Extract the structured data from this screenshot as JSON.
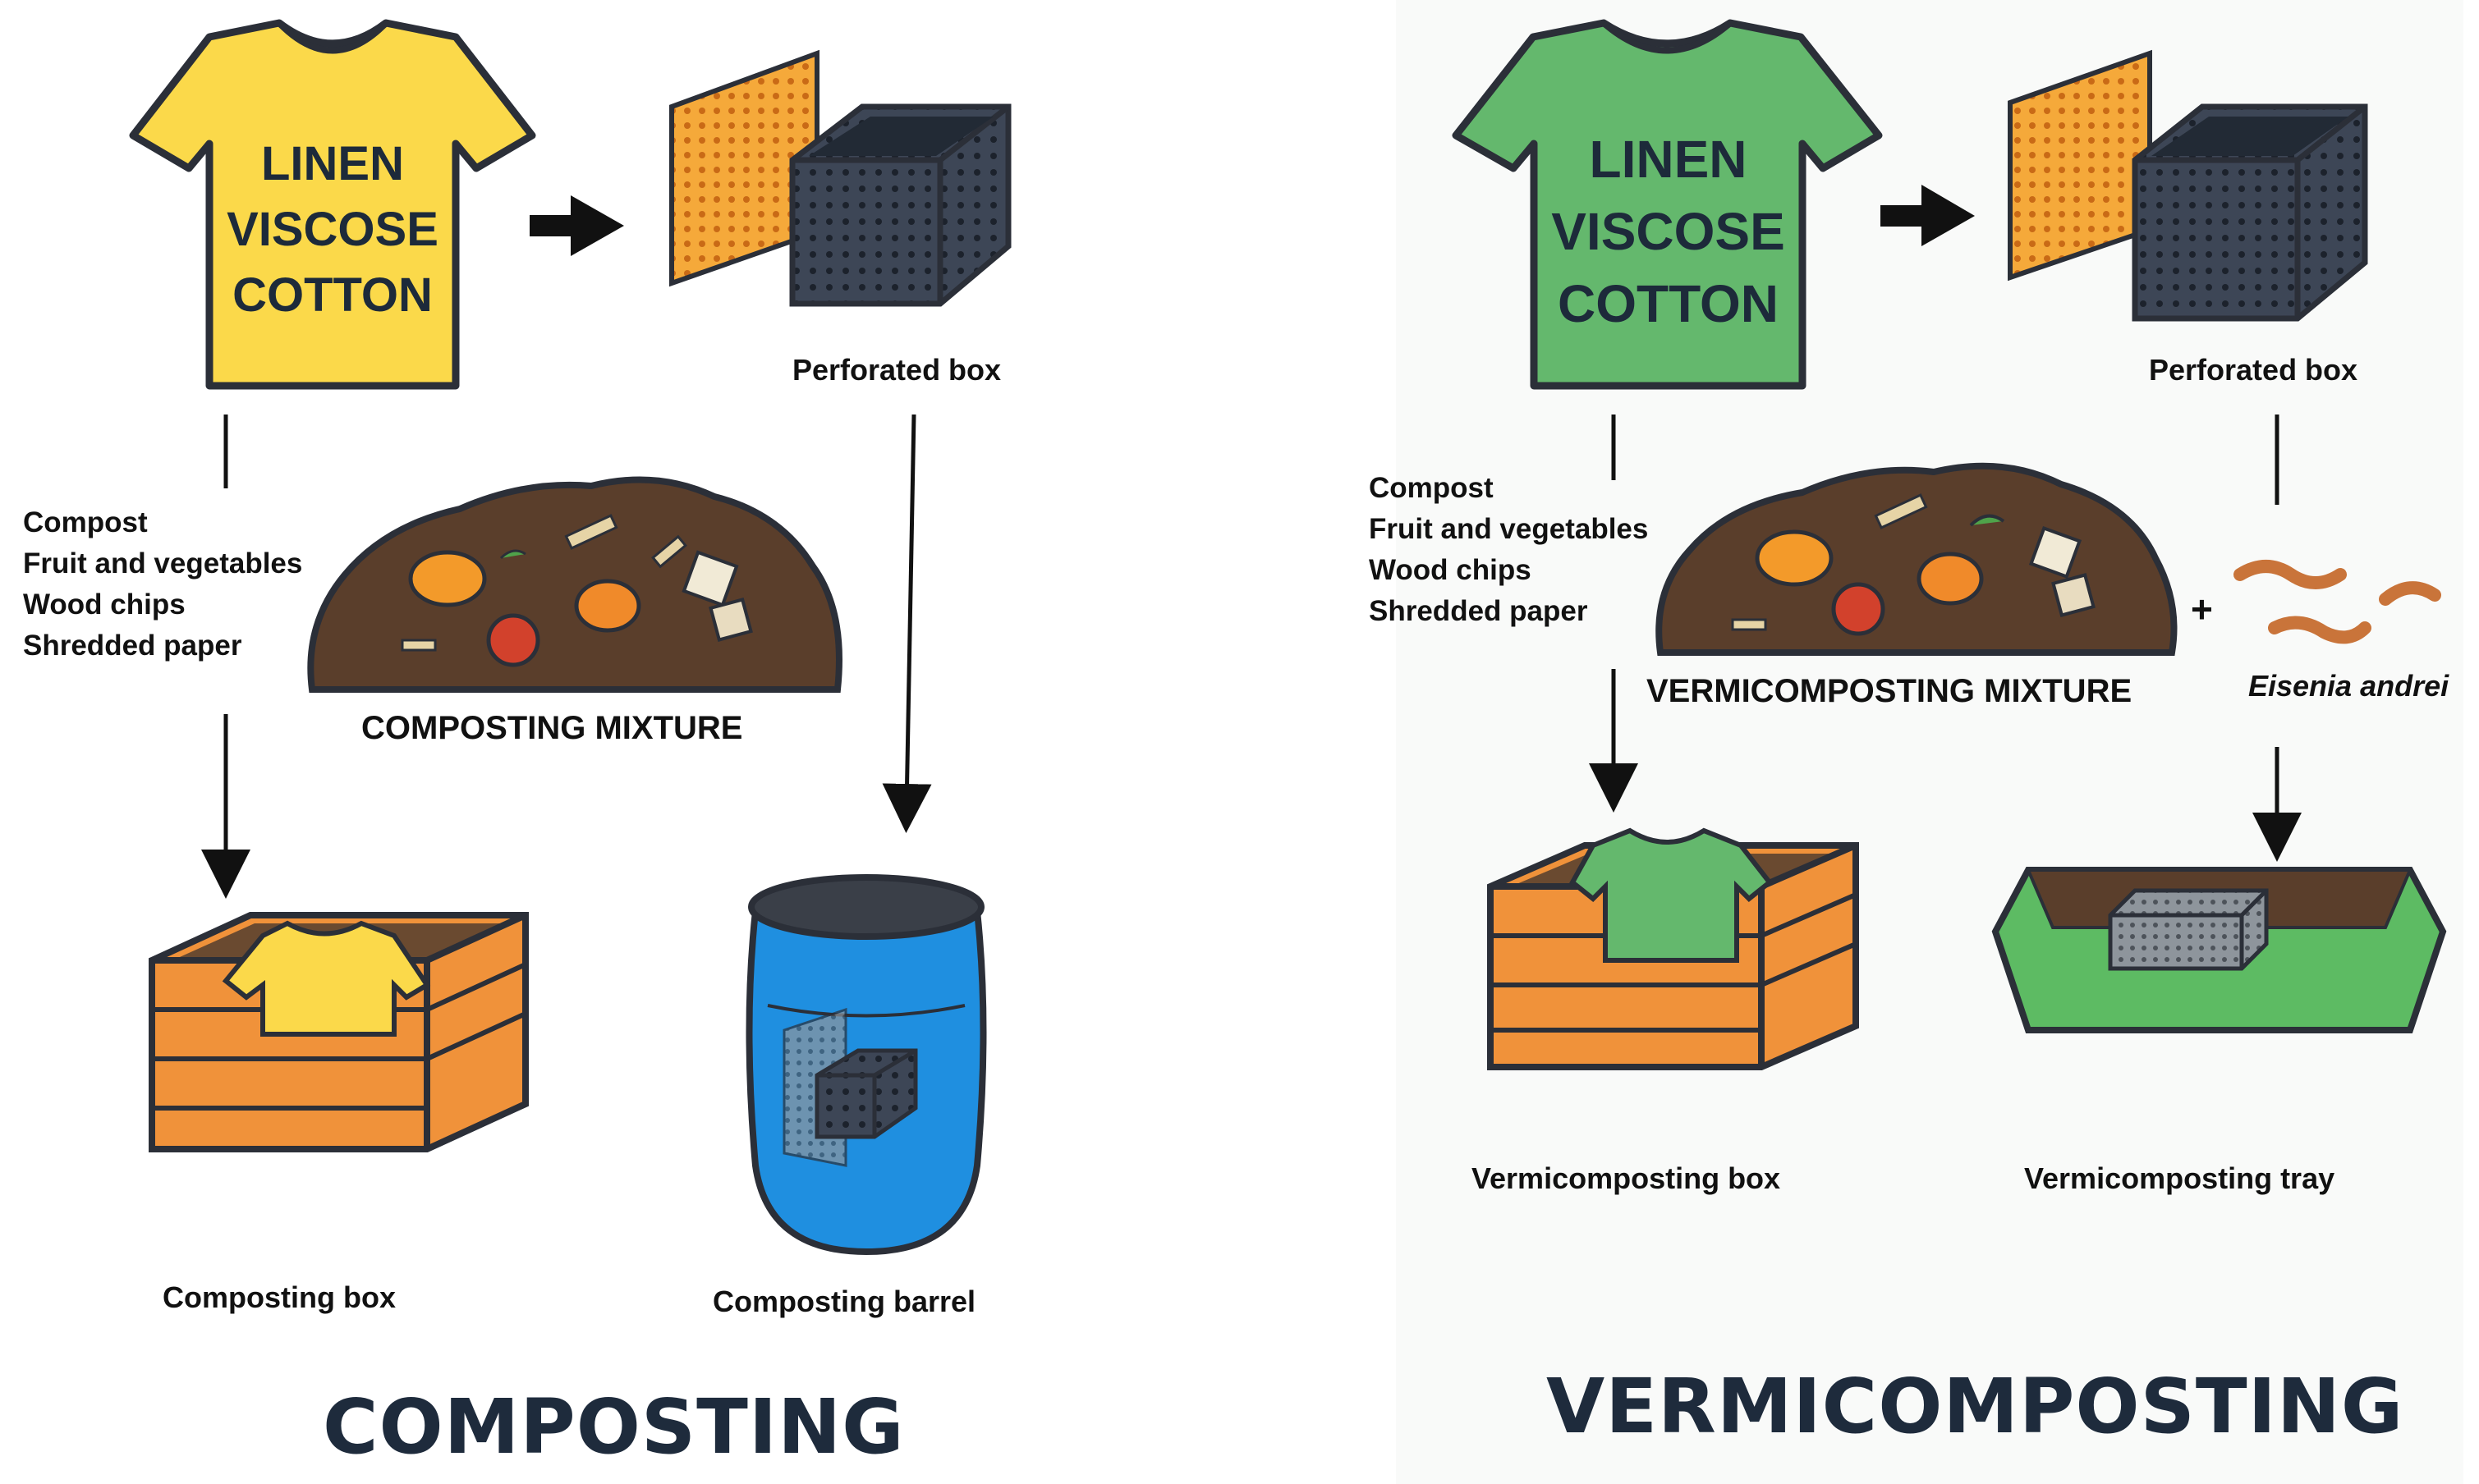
{
  "left": {
    "shirt_lines": [
      "LINEN",
      "VISCOSE",
      "COTTON"
    ],
    "perforated_box_label": "Perforated box",
    "ingredients": [
      "Compost",
      "Fruit and vegetables",
      "Wood chips",
      "Shredded paper"
    ],
    "mixture_label": "COMPOSTING MIXTURE",
    "box_label": "Composting box",
    "barrel_label": "Composting barrel",
    "title": "COMPOSTING"
  },
  "right": {
    "shirt_lines": [
      "LINEN",
      "VISCOSE",
      "COTTON"
    ],
    "perforated_box_label": "Perforated box",
    "ingredients": [
      "Compost",
      "Fruit and vegetables",
      "Wood chips",
      "Shredded paper"
    ],
    "mixture_label": "VERMICOMPOSTING MIXTURE",
    "plus": "+",
    "worm_label": "Eisenia andrei",
    "box_label": "Vermicomposting box",
    "tray_label": "Vermicomposting tray",
    "title": "VERMICOMPOSTING"
  },
  "colors": {
    "shirt_left": "#fbd94a",
    "shirt_right": "#64b86d",
    "crate": "#f0923a",
    "soil": "#5a3e2b",
    "barrel": "#1f8fe0",
    "tray": "#5dbb63",
    "outline": "#2b2f38",
    "perforated_sheet": "#f5a93a",
    "perforated_box": "#3d4656"
  }
}
